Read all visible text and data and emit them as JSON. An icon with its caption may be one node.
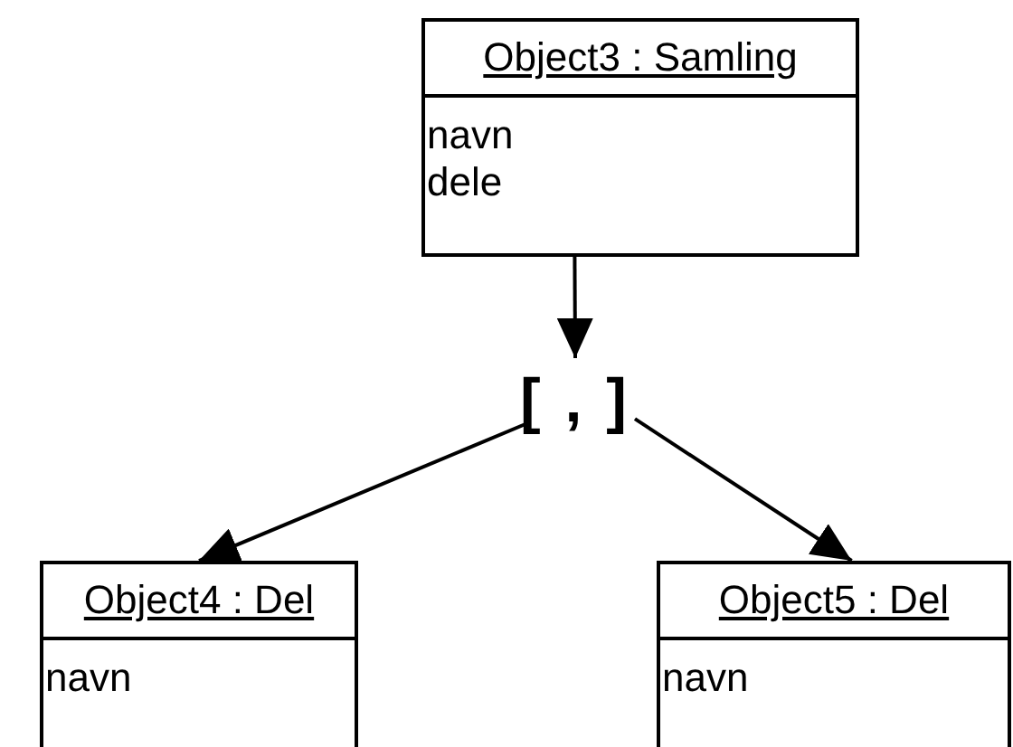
{
  "diagram": {
    "nodes": [
      {
        "text": [
          "Object3 : Samling",
          "navn",
          "dele"
        ]
      },
      {
        "text": [
          "[ , ]"
        ]
      },
      {
        "text": [
          "Object4 : Del",
          "navn"
        ]
      },
      {
        "text": [
          "Object5 : Del",
          "navn"
        ]
      }
    ],
    "edges": [
      {
        "from": 0,
        "to": 1,
        "arrow": "to"
      },
      {
        "from": 1,
        "to": 2,
        "arrow": "to"
      },
      {
        "from": 1,
        "to": 3,
        "arrow": "to"
      }
    ]
  }
}
